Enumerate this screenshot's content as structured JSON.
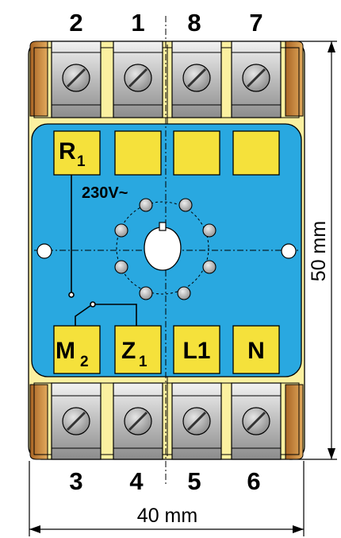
{
  "terminals": {
    "top": [
      "2",
      "1",
      "8",
      "7"
    ],
    "bottom": [
      "3",
      "4",
      "5",
      "6"
    ]
  },
  "contacts": {
    "r": {
      "main": "R",
      "sub": "1"
    },
    "m": {
      "main": "M",
      "sub": "2"
    },
    "z": {
      "main": "Z",
      "sub": "1"
    },
    "l1": "L1",
    "n": "N"
  },
  "voltage": "230V~",
  "dimensions": {
    "height": "50 mm",
    "width": "40 mm"
  },
  "colors": {
    "housing": "#fbf0a0",
    "panel": "#29a8e0",
    "contact_box": "#f5e13b",
    "screw_metal": "#b8b8b8"
  }
}
